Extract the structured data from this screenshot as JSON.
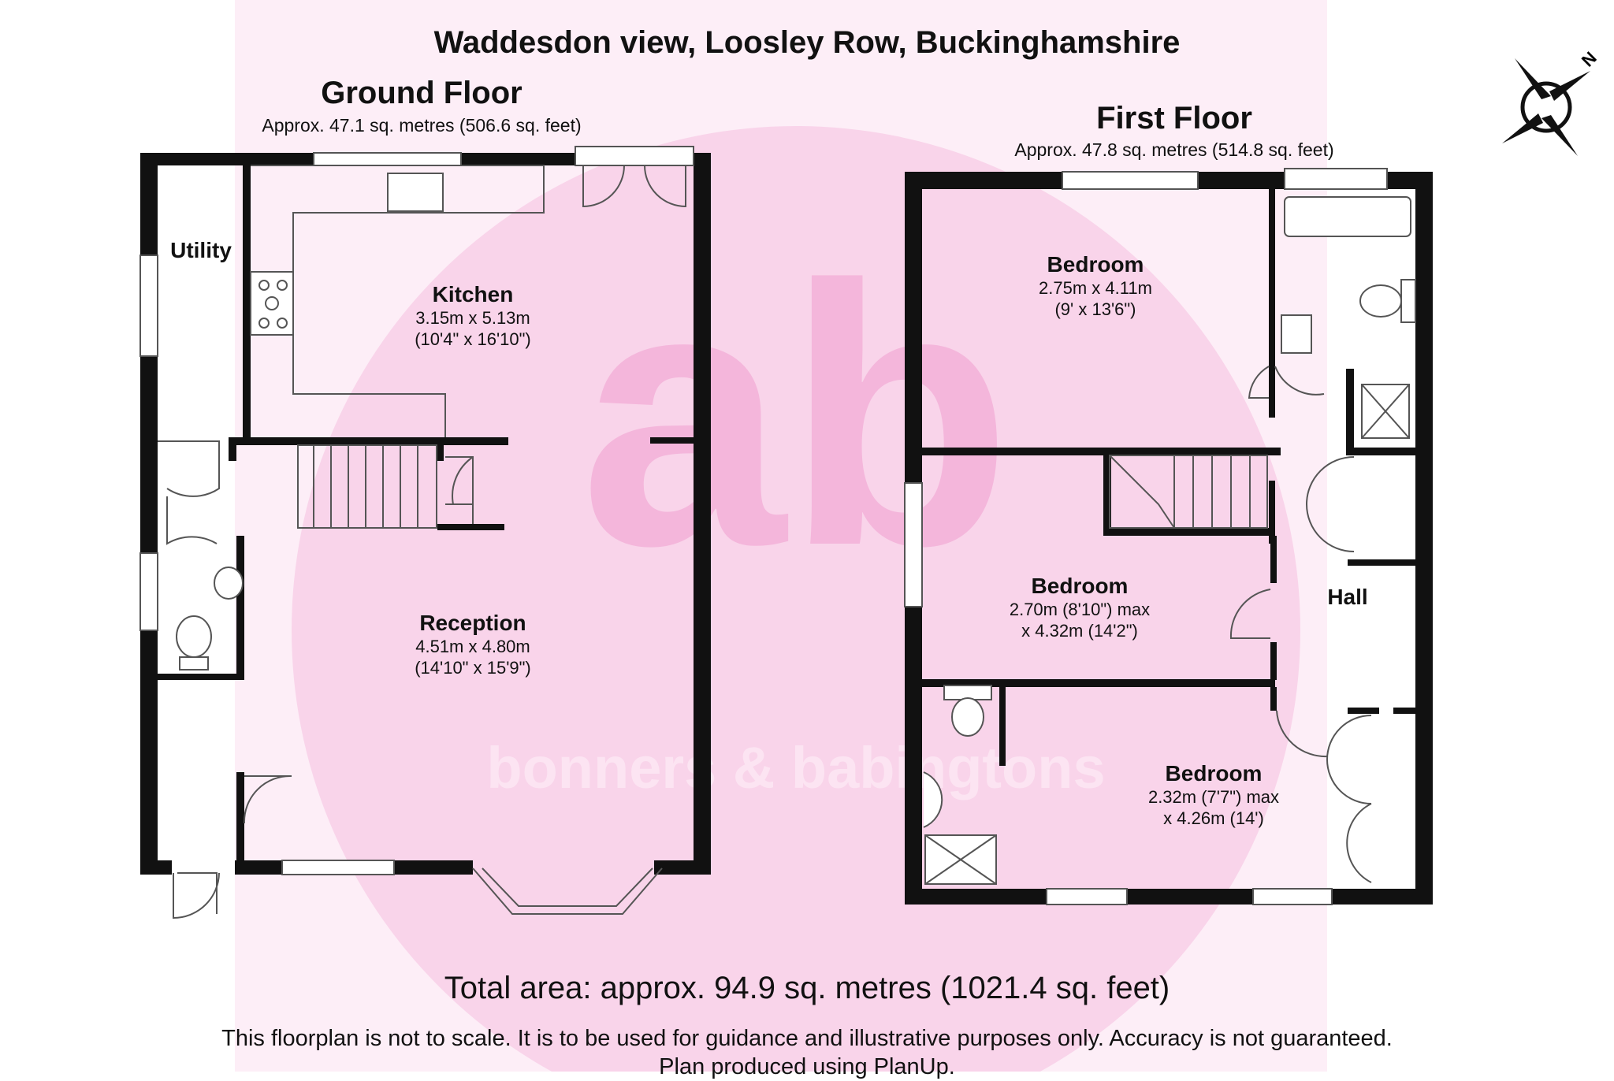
{
  "title": "Waddesdon view, Loosley Row, Buckinghamshire",
  "watermark": {
    "logo_text": "ab",
    "brand": "bonners & babingtons",
    "color": "#f7c1e3"
  },
  "compass": {
    "label": "N",
    "icon": "north-arrow-icon"
  },
  "ground_floor": {
    "title": "Ground Floor",
    "area": "Approx. 47.1 sq. metres (506.6 sq. feet)",
    "rooms": {
      "utility": {
        "name": "Utility"
      },
      "kitchen": {
        "name": "Kitchen",
        "dim1": "3.15m x 5.13m",
        "dim2": "(10'4\" x 16'10\")"
      },
      "reception": {
        "name": "Reception",
        "dim1": "4.51m x 4.80m",
        "dim2": "(14'10\" x 15'9\")"
      }
    }
  },
  "first_floor": {
    "title": "First Floor",
    "area": "Approx. 47.8 sq. metres (514.8 sq. feet)",
    "rooms": {
      "bedroom1": {
        "name": "Bedroom",
        "dim1": "2.75m x 4.11m",
        "dim2": "(9' x 13'6\")"
      },
      "bedroom2": {
        "name": "Bedroom",
        "dim1": "2.70m (8'10\") max",
        "dim2": "x 4.32m (14'2\")"
      },
      "bedroom3": {
        "name": "Bedroom",
        "dim1": "2.32m (7'7\") max",
        "dim2": "x 4.26m (14')"
      },
      "hall": {
        "name": "Hall"
      }
    }
  },
  "total_area": "Total area: approx. 94.9 sq. metres (1021.4 sq. feet)",
  "disclaimer": {
    "line1": "This floorplan is not to scale. It is to be used for guidance and illustrative purposes only. Accuracy is not guaranteed.",
    "line2": "Plan produced using PlanUp."
  },
  "colors": {
    "wall": "#111111",
    "line": "#555555",
    "fill": "#ffffff"
  }
}
